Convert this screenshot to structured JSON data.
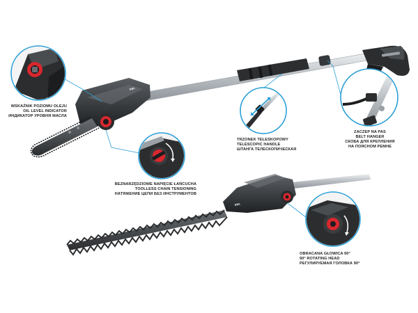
{
  "colors": {
    "callout_ring": "#2a9fd6",
    "accent_red": "#d9272e",
    "tool_dark": "#2f3133",
    "tool_mid": "#55585b",
    "shaft": "#c9ced2",
    "blade": "#3a3c3e"
  },
  "callouts": {
    "oil_indicator": {
      "icon": "oil-level-indicator-icon",
      "lines": [
        "WSKAŹNIK POZIOMU OLEJU",
        "OIL LEVEL INDICATOR",
        "ИНДИКАТОР УРОВНЯ МАСЛА"
      ]
    },
    "chain_tensioning": {
      "icon": "chain-tension-knob-icon",
      "lines": [
        "BEZNARZĘDZIOWE NAPIĘCIE ŁAŃCUCHA",
        "TOOLLESS CHAIN TENSIONING",
        "НАТЯЖЕНИЕ ЦЕПИ БЕЗ ИНСТРУМЕНТОВ"
      ]
    },
    "telescopic_handle": {
      "icon": "telescopic-handle-icon",
      "lines": [
        "TRZONEK TELESKOPOWY",
        "TELESCOPIC HANDLE",
        "ШТАНГА ТЕЛЕСКОПИЧЕСКАЯ"
      ]
    },
    "belt_hanger": {
      "icon": "belt-hanger-icon",
      "lines": [
        "ZACZEP NA PAS",
        "BELT HANGER",
        "СКОБА ДЛЯ КРЕПЛЕНИЯ",
        "НА ПОЯСНОМ РЕМНЕ"
      ]
    },
    "rotating_head": {
      "icon": "rotating-head-icon",
      "lines": [
        "OBRACANA GŁOWICA 90°",
        "90° ROTATING HEAD",
        "РЕГУЛИРУЕМАЯ ГОЛОВКА 90°"
      ]
    }
  }
}
